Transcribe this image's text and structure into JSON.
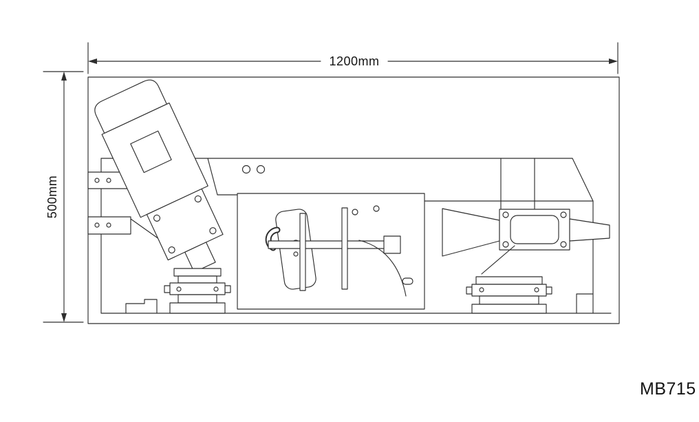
{
  "page": {
    "background": "#ffffff",
    "line_color": "#2e2e2e",
    "text_color": "#141414"
  },
  "drawing": {
    "model_label": "MB715",
    "dimensions": {
      "width": {
        "label": "1200mm",
        "value_mm": 1200
      },
      "height": {
        "label": "500mm",
        "value_mm": 500
      }
    },
    "parts": [
      "outer-envelope",
      "electric-motor",
      "motor-terminal-box",
      "motor-flange",
      "mounting-bracket-upper",
      "mounting-bracket-lower",
      "machine-frame",
      "gearbox-housing",
      "cam-plate",
      "drive-shaft",
      "guard-arc",
      "discharge-cone",
      "cone-flange",
      "vibration-mount-left",
      "vibration-mount-right"
    ]
  }
}
